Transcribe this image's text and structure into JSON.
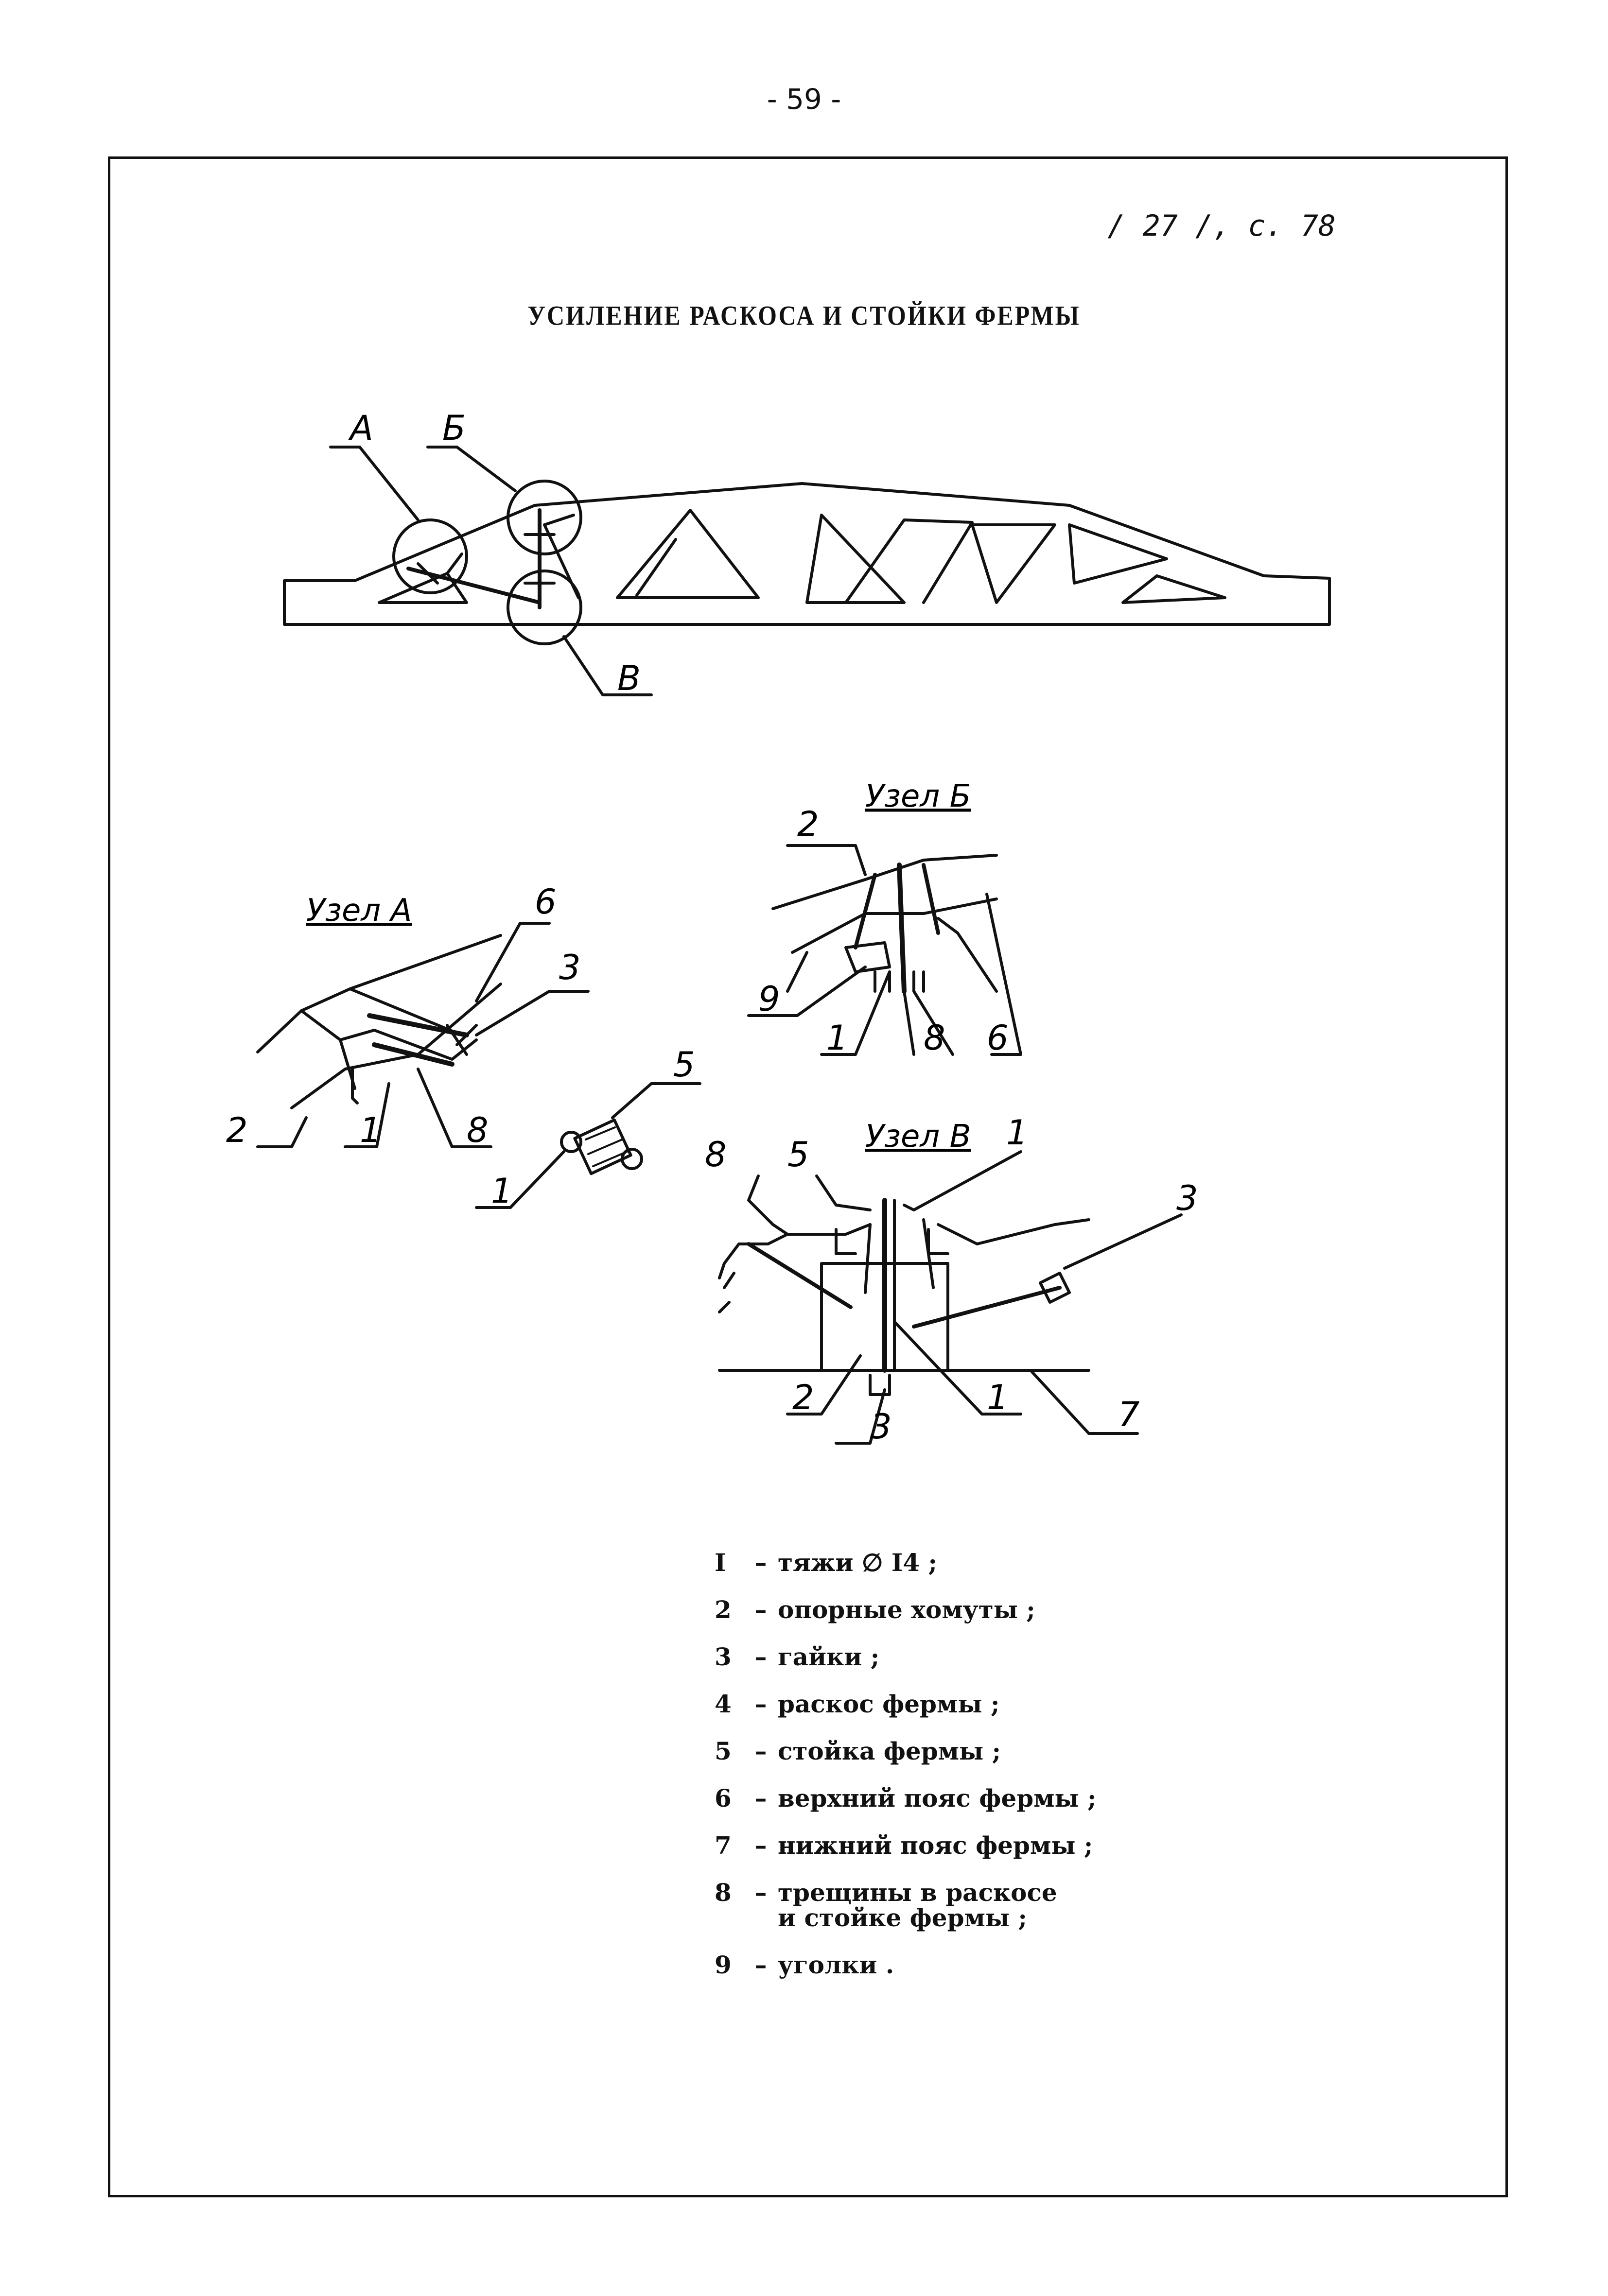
{
  "page_number": "- 59 -",
  "reference": "/ 27 /, с. 78",
  "title": "УСИЛЕНИЕ РАСКОСА И СТОЙКИ ФЕРМЫ",
  "truss_callouts": [
    "А",
    "Б",
    "В"
  ],
  "detail_titles": {
    "node_a": "Узел А",
    "node_b": "Узел Б",
    "node_c": "Узел В"
  },
  "node_a_labels": [
    "6",
    "3",
    "2",
    "1",
    "8"
  ],
  "section_labels": [
    "5",
    "1"
  ],
  "node_b_labels": [
    "2",
    "9",
    "1",
    "8",
    "6"
  ],
  "node_c_labels": [
    "8",
    "5",
    "1",
    "3",
    "2",
    "3",
    "1",
    "7"
  ],
  "legend": [
    {
      "num": "I",
      "text": "тяжи ∅ I4 ;"
    },
    {
      "num": "2",
      "text": "опорные хомуты ;"
    },
    {
      "num": "3",
      "text": "гайки ;"
    },
    {
      "num": "4",
      "text": "раскос фермы ;"
    },
    {
      "num": "5",
      "text": "стойка фермы ;"
    },
    {
      "num": "6",
      "text": "верхний пояс фермы ;"
    },
    {
      "num": "7",
      "text": "нижний пояс фермы ;"
    },
    {
      "num": "8",
      "text": "трещины в раскосе\nи стойке фермы ;"
    },
    {
      "num": "9",
      "text": "уголки ."
    }
  ]
}
